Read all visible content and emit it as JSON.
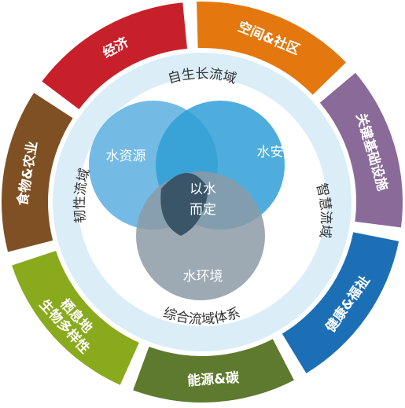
{
  "outer_ring": {
    "segments": [
      {
        "label": "经济",
        "color": "#c8202a"
      },
      {
        "label": "空间&社区",
        "color": "#e4780e"
      },
      {
        "label": "关键基础设施",
        "color": "#8a6a99"
      },
      {
        "label": "健康&福祉",
        "color": "#1c6fb5"
      },
      {
        "label": "能源&碳",
        "color": "#5e7a2e"
      },
      {
        "label": "栖息地\n生物多样性",
        "color": "#8aaa1d"
      },
      {
        "label": "食物&农业",
        "color": "#7f5023"
      }
    ]
  },
  "inner_ring": {
    "top": "自生长流域",
    "right": "智慧流域",
    "bottom": "综合流域体系",
    "left": "韧性流域"
  },
  "venn": {
    "left": "水资源",
    "right": "水安全",
    "bottom": "水环境",
    "center_line1": "以水",
    "center_line2": "而定"
  },
  "colors": {
    "inner_ring": "#dbeef8",
    "venn_bg": "#ffffff",
    "circle_left": "#5aaee0",
    "circle_right": "#2f9fd6",
    "circle_bottom": "#8c9aa6",
    "center": "#3a5568"
  }
}
